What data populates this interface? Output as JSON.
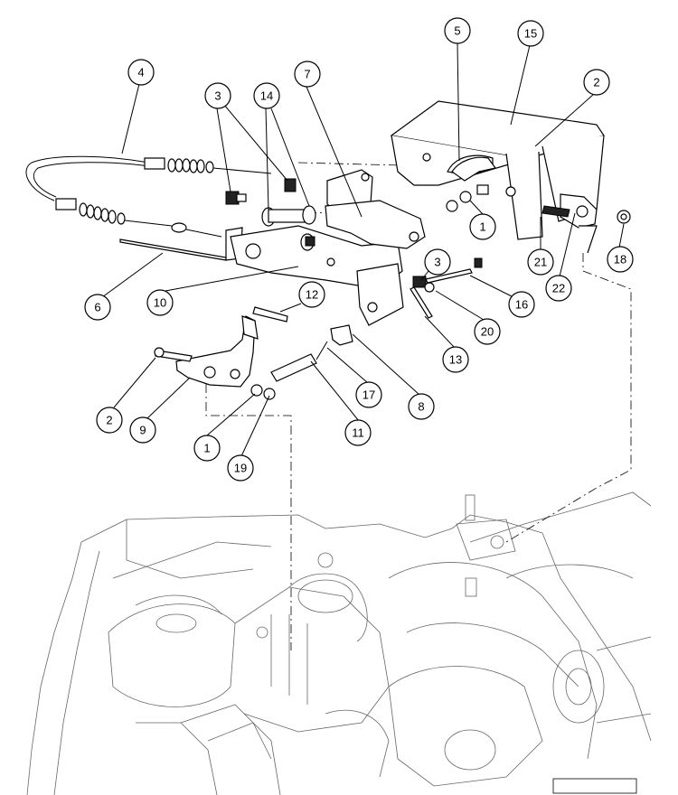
{
  "callouts": [
    {
      "label": "1"
    },
    {
      "label": "1"
    },
    {
      "label": "2"
    },
    {
      "label": "2"
    },
    {
      "label": "3"
    },
    {
      "label": "3"
    },
    {
      "label": "4"
    },
    {
      "label": "5"
    },
    {
      "label": "6"
    },
    {
      "label": "7"
    },
    {
      "label": "8"
    },
    {
      "label": "9"
    },
    {
      "label": "10"
    },
    {
      "label": "11"
    },
    {
      "label": "12"
    },
    {
      "label": "13"
    },
    {
      "label": "14"
    },
    {
      "label": "15"
    },
    {
      "label": "16"
    },
    {
      "label": "17"
    },
    {
      "label": "18"
    },
    {
      "label": "19"
    },
    {
      "label": "20"
    },
    {
      "label": "21"
    },
    {
      "label": "22"
    }
  ]
}
